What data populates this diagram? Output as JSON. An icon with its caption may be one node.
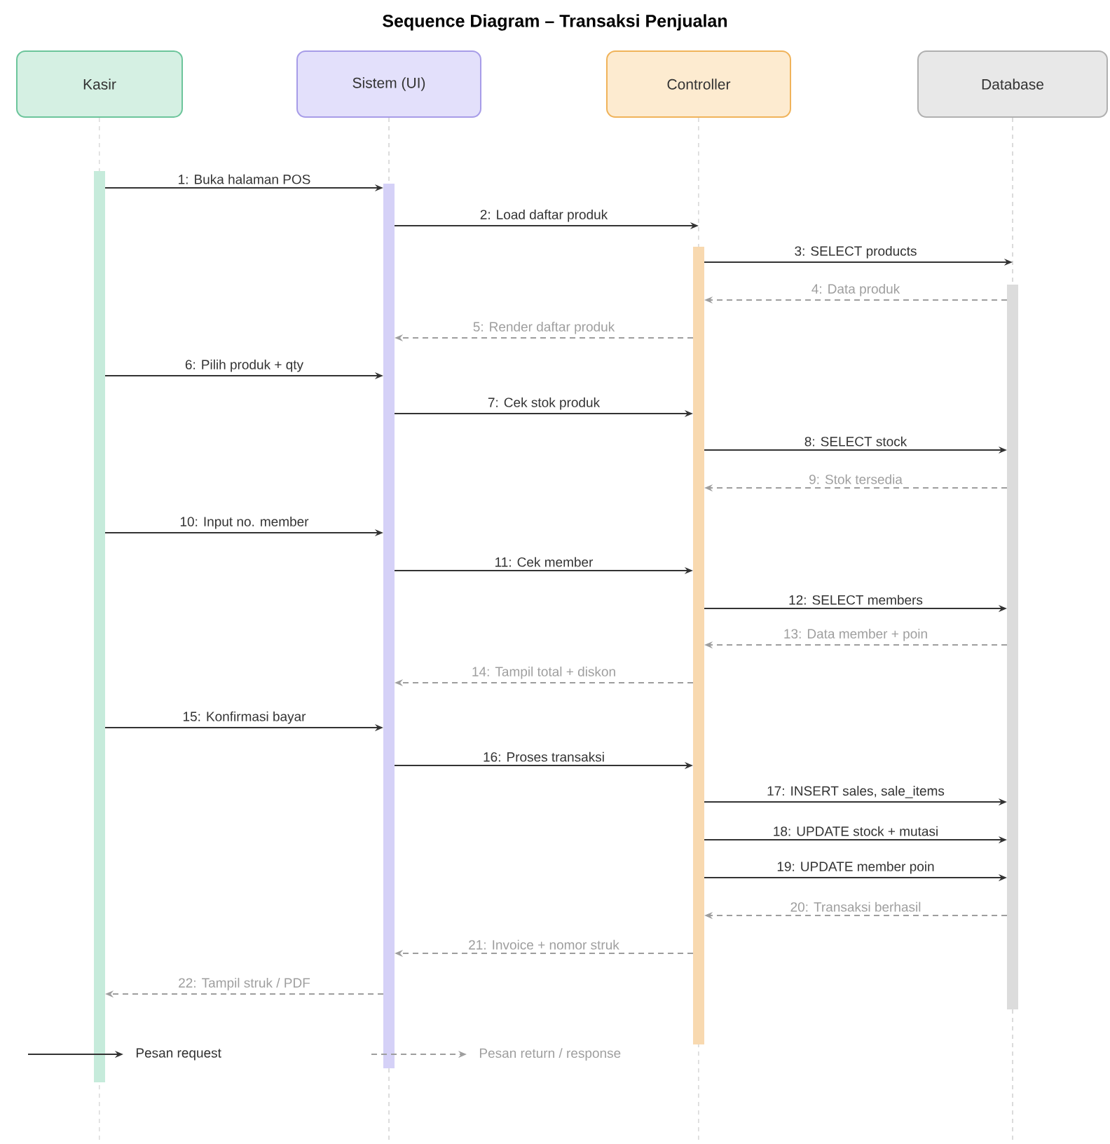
{
  "diagram": {
    "title": "Sequence Diagram – Transaksi Penjualan",
    "nodes": [
      {
        "text": [
          "Kasir"
        ]
      },
      {
        "text": [
          "Sistem (UI)"
        ]
      },
      {
        "text": [
          "Controller"
        ]
      },
      {
        "text": [
          "Database"
        ]
      }
    ],
    "edges": [
      {
        "from": 0,
        "to": 1,
        "arrow": "to",
        "label": "1: Buka halaman POS"
      },
      {
        "from": 1,
        "to": 2,
        "arrow": "to",
        "label": "2: Load daftar produk"
      },
      {
        "from": 2,
        "to": 3,
        "arrow": "to",
        "label": "3: SELECT products"
      },
      {
        "from": 3,
        "to": 2,
        "arrow": "to",
        "label": "4: Data produk",
        "style": "dashed",
        "color": "#9e9e9e"
      },
      {
        "from": 2,
        "to": 1,
        "arrow": "to",
        "label": "5: Render daftar produk",
        "style": "dashed",
        "color": "#9e9e9e"
      },
      {
        "from": 0,
        "to": 1,
        "arrow": "to",
        "label": "6: Pilih produk + qty"
      },
      {
        "from": 1,
        "to": 2,
        "arrow": "to",
        "label": "7: Cek stok produk"
      },
      {
        "from": 2,
        "to": 3,
        "arrow": "to",
        "label": "8: SELECT stock"
      },
      {
        "from": 3,
        "to": 2,
        "arrow": "to",
        "label": "9: Stok tersedia",
        "style": "dashed",
        "color": "#9e9e9e"
      },
      {
        "from": 0,
        "to": 1,
        "arrow": "to",
        "label": "10: Input no. member"
      },
      {
        "from": 1,
        "to": 2,
        "arrow": "to",
        "label": "11: Cek member"
      },
      {
        "from": 2,
        "to": 3,
        "arrow": "to",
        "label": "12: SELECT members"
      },
      {
        "from": 3,
        "to": 2,
        "arrow": "to",
        "label": "13: Data member + poin",
        "style": "dashed",
        "color": "#9e9e9e"
      },
      {
        "from": 2,
        "to": 1,
        "arrow": "to",
        "label": "14: Tampil total + diskon",
        "style": "dashed",
        "color": "#9e9e9e"
      },
      {
        "from": 0,
        "to": 1,
        "arrow": "to",
        "label": "15: Konfirmasi bayar"
      },
      {
        "from": 1,
        "to": 2,
        "arrow": "to",
        "label": "16: Proses transaksi"
      },
      {
        "from": 2,
        "to": 3,
        "arrow": "to",
        "label": "17: INSERT sales, sale_items"
      },
      {
        "from": 2,
        "to": 3,
        "arrow": "to",
        "label": "18: UPDATE stock + mutasi"
      },
      {
        "from": 2,
        "to": 3,
        "arrow": "to",
        "label": "19: UPDATE member poin"
      },
      {
        "from": 3,
        "to": 2,
        "arrow": "to",
        "label": "20: Transaksi berhasil",
        "style": "dashed",
        "color": "#9e9e9e"
      },
      {
        "from": 2,
        "to": 1,
        "arrow": "to",
        "label": "21: Invoice + nomor struk",
        "style": "dashed",
        "color": "#9e9e9e"
      },
      {
        "from": 1,
        "to": 0,
        "arrow": "to",
        "label": "22: Tampil struk / PDF",
        "style": "dashed",
        "color": "#9e9e9e"
      }
    ],
    "legend": [
      {
        "text": "Pesan request"
      },
      {
        "text": "Pesan return / response"
      }
    ]
  }
}
